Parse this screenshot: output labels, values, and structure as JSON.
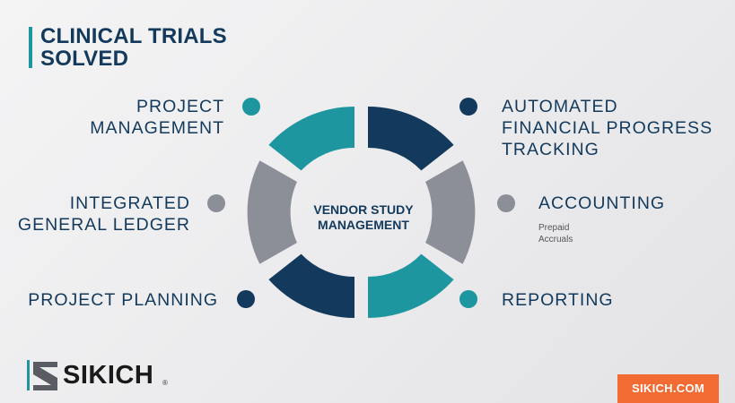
{
  "title": {
    "line1": "CLINICAL TRIALS",
    "line2": "SOLVED"
  },
  "center": {
    "line1": "VENDOR STUDY",
    "line2": "MANAGEMENT"
  },
  "left_items": [
    {
      "lines": [
        "PROJECT",
        "MANAGEMENT"
      ],
      "color": "#1d96a0"
    },
    {
      "lines": [
        "INTEGRATED",
        "GENERAL LEDGER"
      ],
      "color": "#8c8f98"
    },
    {
      "lines": [
        "PROJECT PLANNING"
      ],
      "color": "#133a5c"
    }
  ],
  "right_items": [
    {
      "lines": [
        "AUTOMATED",
        "FINANCIAL PROGRESS",
        "TRACKING"
      ],
      "color": "#133a5c"
    },
    {
      "lines": [
        "ACCOUNTING"
      ],
      "sub": [
        "Prepaid",
        "Accruals"
      ],
      "color": "#8c8f98"
    },
    {
      "lines": [
        "REPORTING"
      ],
      "color": "#1d96a0"
    }
  ],
  "colors": {
    "navy": "#133a5c",
    "teal": "#1d96a0",
    "gray": "#8c8f98",
    "orange": "#f26b33"
  },
  "brand": {
    "name": "SIKICH",
    "reg": "®",
    "site": "SIKICH.COM"
  }
}
